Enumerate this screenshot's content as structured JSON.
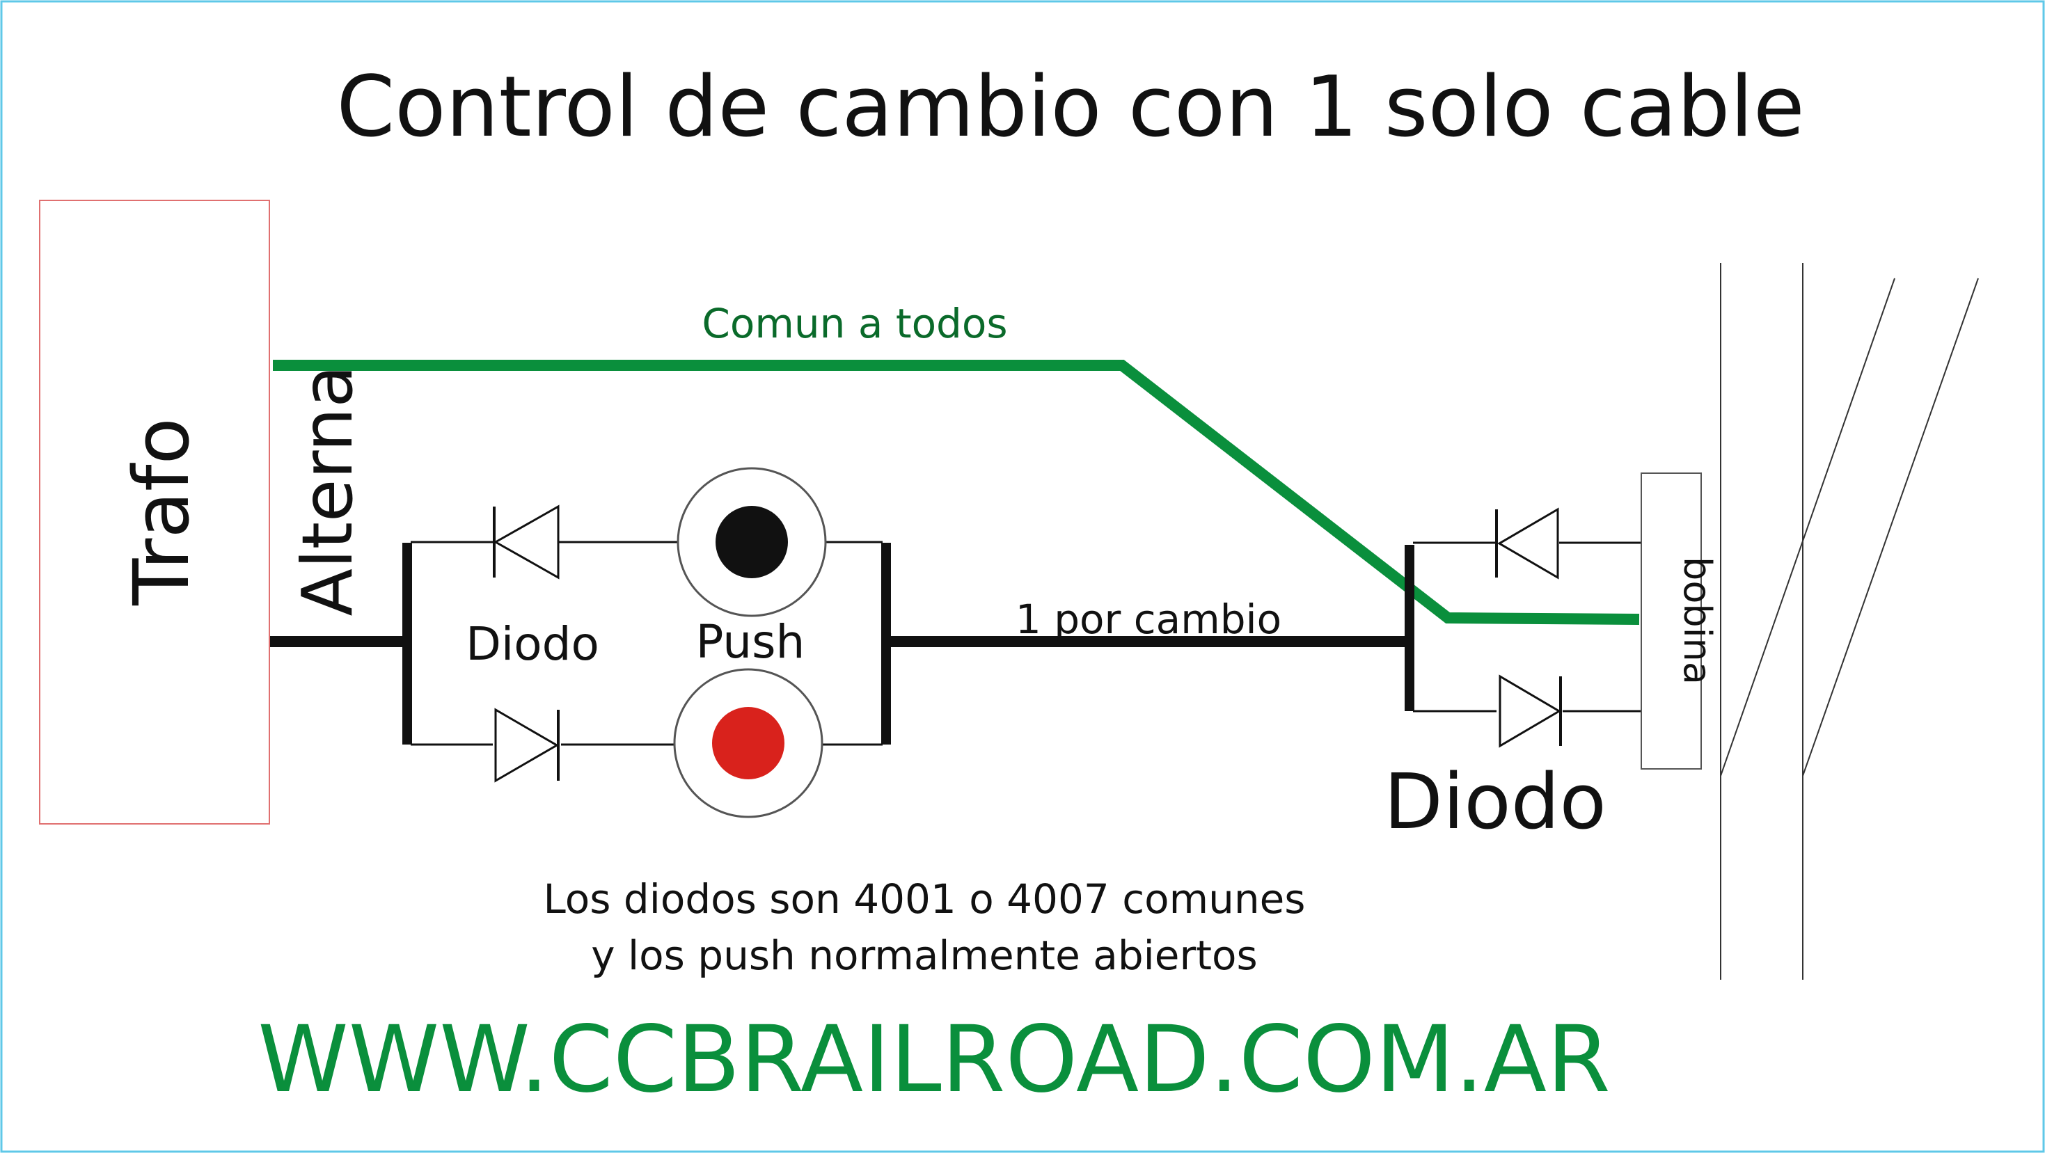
{
  "title": "Control de cambio con 1 solo cable",
  "labels": {
    "trafo": "Trafo",
    "alterna": "Alterna",
    "comun": "Comun a todos",
    "diodo_left": "Diodo",
    "push": "Push",
    "por_cambio": "1 por cambio",
    "bobina": "bobina",
    "diodo_right": "Diodo"
  },
  "notes": {
    "line1": "Los diodos son 4001 o 4007 comunes",
    "line2": "y los push normalmente abiertos"
  },
  "website": "WWW.CCBRAILROAD.COM.AR",
  "colors": {
    "common_wire": "#0a8f3c",
    "text_green": "#0a6a2a",
    "website_green": "#0a8f3c",
    "push_black": "#111111",
    "push_red": "#d9221c",
    "trafo_border": "#e07070",
    "frame_border": "#5fc8e8"
  }
}
